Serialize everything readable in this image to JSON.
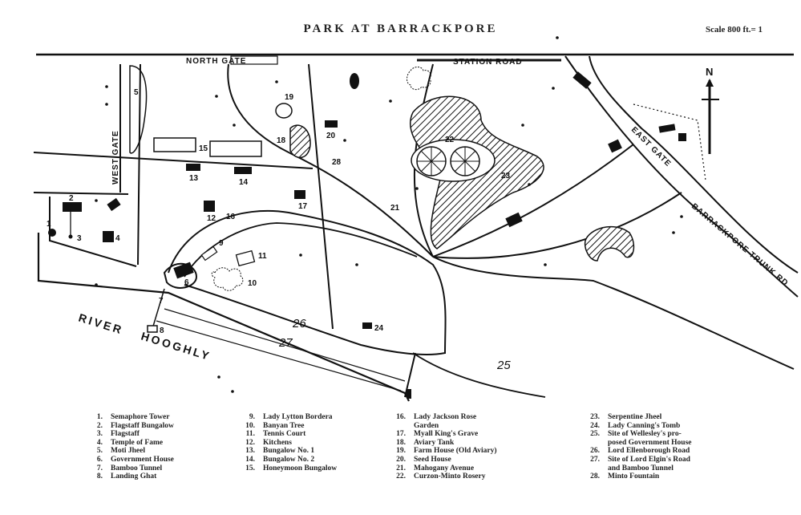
{
  "title": "PARK AT BARRACKPORE",
  "scale_note": "Scale 800 ft.= 1",
  "north_label": "N",
  "roads": {
    "north_gate": "NORTH GATE",
    "station_road": "STATION ROAD",
    "west_gate": "WEST GATE",
    "east_gate": "EAST GATE",
    "trunk_road": "BARRACKPORE TRUNK RD"
  },
  "river": {
    "line1": "RIVER",
    "line2": "HOOGHLY"
  },
  "map_labels": {
    "n1": "1",
    "n2": "2",
    "n3": "3",
    "n4": "4",
    "n5": "5",
    "n6": "6",
    "n7": "7",
    "n8": "8",
    "n9": "9",
    "n10": "10",
    "n11": "11",
    "n12": "12",
    "n13": "13",
    "n14": "14",
    "n15": "15",
    "n16": "16",
    "n17": "17",
    "n18": "18",
    "n19": "19",
    "n20": "20",
    "n21": "21",
    "n22": "22",
    "n23": "23",
    "n24": "24",
    "n25": "25",
    "n26": "26",
    "n27": "27",
    "n28": "28"
  },
  "legend": {
    "col1": [
      {
        "num": "1.",
        "text": "Semaphore Tower"
      },
      {
        "num": "2.",
        "text": "Flagstaff Bungalow"
      },
      {
        "num": "3.",
        "text": "Flagstaff"
      },
      {
        "num": "4.",
        "text": "Temple of Fame"
      },
      {
        "num": "5.",
        "text": "Moti Jheel"
      },
      {
        "num": "6.",
        "text": "Government House"
      },
      {
        "num": "7.",
        "text": "Bamboo Tunnel"
      },
      {
        "num": "8.",
        "text": "Landing Ghat"
      }
    ],
    "col2": [
      {
        "num": "9.",
        "text": "Lady Lytton Bordera"
      },
      {
        "num": "10.",
        "text": "Banyan Tree"
      },
      {
        "num": "11.",
        "text": "Tennis Court"
      },
      {
        "num": "12.",
        "text": "Kitchens"
      },
      {
        "num": "13.",
        "text": "Bungalow No. 1"
      },
      {
        "num": "14.",
        "text": "Bungalow No. 2"
      },
      {
        "num": "15.",
        "text": "Honeymoon Bungalow"
      }
    ],
    "col3": [
      {
        "num": "16.",
        "text": "Lady Jackson Rose"
      },
      {
        "num": "",
        "text": "Garden"
      },
      {
        "num": "17.",
        "text": "Myall King's Grave"
      },
      {
        "num": "18.",
        "text": "Aviary Tank"
      },
      {
        "num": "19.",
        "text": "Farm House (Old Aviary)"
      },
      {
        "num": "20.",
        "text": "Seed House"
      },
      {
        "num": "21.",
        "text": "Mahogany Avenue"
      },
      {
        "num": "22.",
        "text": "Curzon-Minto Rosery"
      }
    ],
    "col4": [
      {
        "num": "23.",
        "text": "Serpentine Jheel"
      },
      {
        "num": "24.",
        "text": "Lady Canning's Tomb"
      },
      {
        "num": "25.",
        "text": "Site of Wellesley's pro-"
      },
      {
        "num": "",
        "text": "posed Government House"
      },
      {
        "num": "26.",
        "text": "Lord Ellenborough Road"
      },
      {
        "num": "27.",
        "text": "Site of Lord Elgin's Road"
      },
      {
        "num": "",
        "text": "and Bamboo Tunnel"
      },
      {
        "num": "28.",
        "text": "Minto Fountain"
      }
    ]
  }
}
